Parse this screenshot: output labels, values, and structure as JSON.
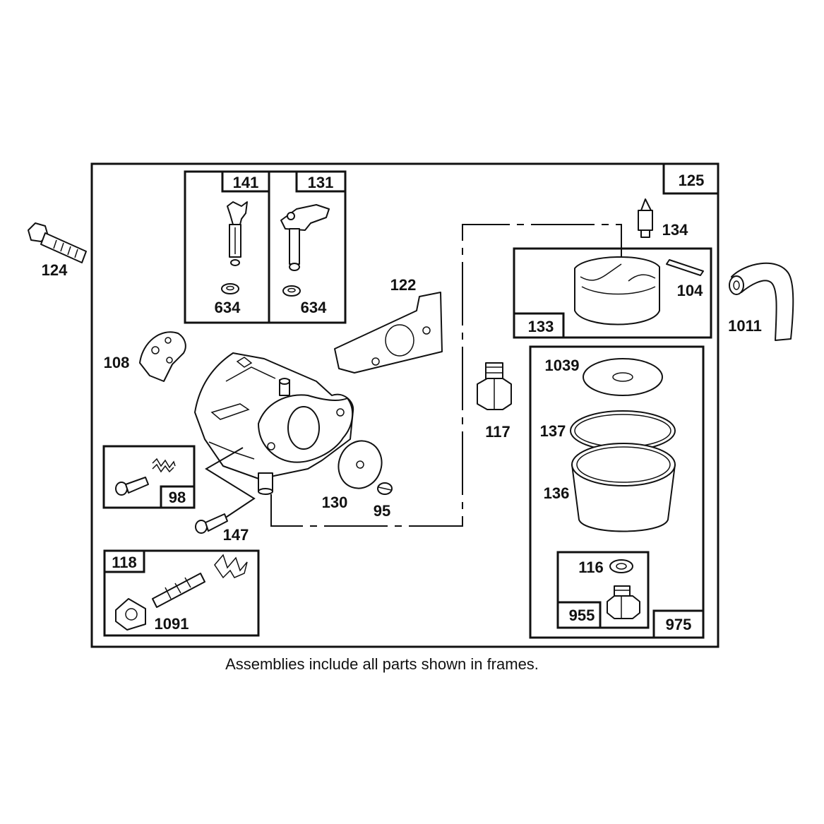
{
  "caption": "Assemblies include all parts shown in frames.",
  "assembly_tags": {
    "main": "125",
    "throttle_shaft": "141",
    "choke_shaft": "131",
    "float": "133",
    "bowl_kit": "975",
    "drain_kit": "955",
    "idle_screw_kit": "98",
    "needle_kit": "118"
  },
  "part_labels": {
    "bolt": "124",
    "washer_left": "634",
    "washer_right": "634",
    "gasket": "122",
    "inlet_needle": "134",
    "hinge_pin": "104",
    "fuel_line": "1011",
    "plate": "108",
    "fitting": "117",
    "bowl_gasket": "1039",
    "o_ring": "137",
    "bowl": "136",
    "throttle_plate": "130",
    "plate_screw": "95",
    "idle_screw": "147",
    "bowl_washer": "116",
    "needle_valve": "1091"
  }
}
